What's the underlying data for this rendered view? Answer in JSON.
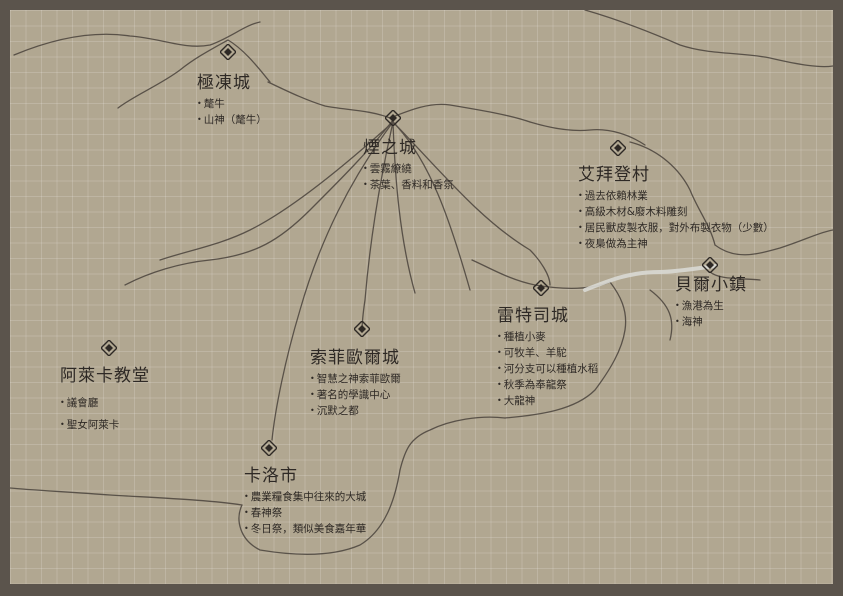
{
  "map": {
    "colors": {
      "paper": "#b1a791",
      "frame": "#5b544c",
      "ink": "#2e2925",
      "river": "#d9d9d4"
    },
    "locations": [
      {
        "id": "jidong",
        "name": "極凍城",
        "notes": [
          "氂牛",
          "山神（氂牛）"
        ]
      },
      {
        "id": "yan",
        "name": "煙之城",
        "notes": [
          "雲霧繚繞",
          "茶葉、香料和香氛"
        ]
      },
      {
        "id": "aibai",
        "name": "艾拜登村",
        "notes": [
          "過去依賴林業",
          "高級木材&廢木料雕刻",
          "居民獸皮製衣服，對外布製衣物（少數）",
          "夜梟做為主神"
        ]
      },
      {
        "id": "beier",
        "name": "貝爾小鎮",
        "notes": [
          "漁港為生",
          "海神"
        ]
      },
      {
        "id": "leite",
        "name": "雷特司城",
        "notes": [
          "種植小麥",
          "可牧羊、羊駝",
          "河分支可以種植水稻",
          "秋季為奉龍祭",
          "大龍神"
        ]
      },
      {
        "id": "suofei",
        "name": "索菲歐爾城",
        "notes": [
          "智慧之神索菲歐爾",
          "著名的學識中心",
          "沉默之都"
        ]
      },
      {
        "id": "alaika",
        "name": "阿萊卡教堂",
        "notes": [
          "議會廳",
          "聖女阿萊卡"
        ]
      },
      {
        "id": "kaluo",
        "name": "卡洛市",
        "notes": [
          "農業糧食集中往來的大城",
          "春神祭",
          "冬日祭，類似美食嘉年華"
        ]
      }
    ]
  }
}
